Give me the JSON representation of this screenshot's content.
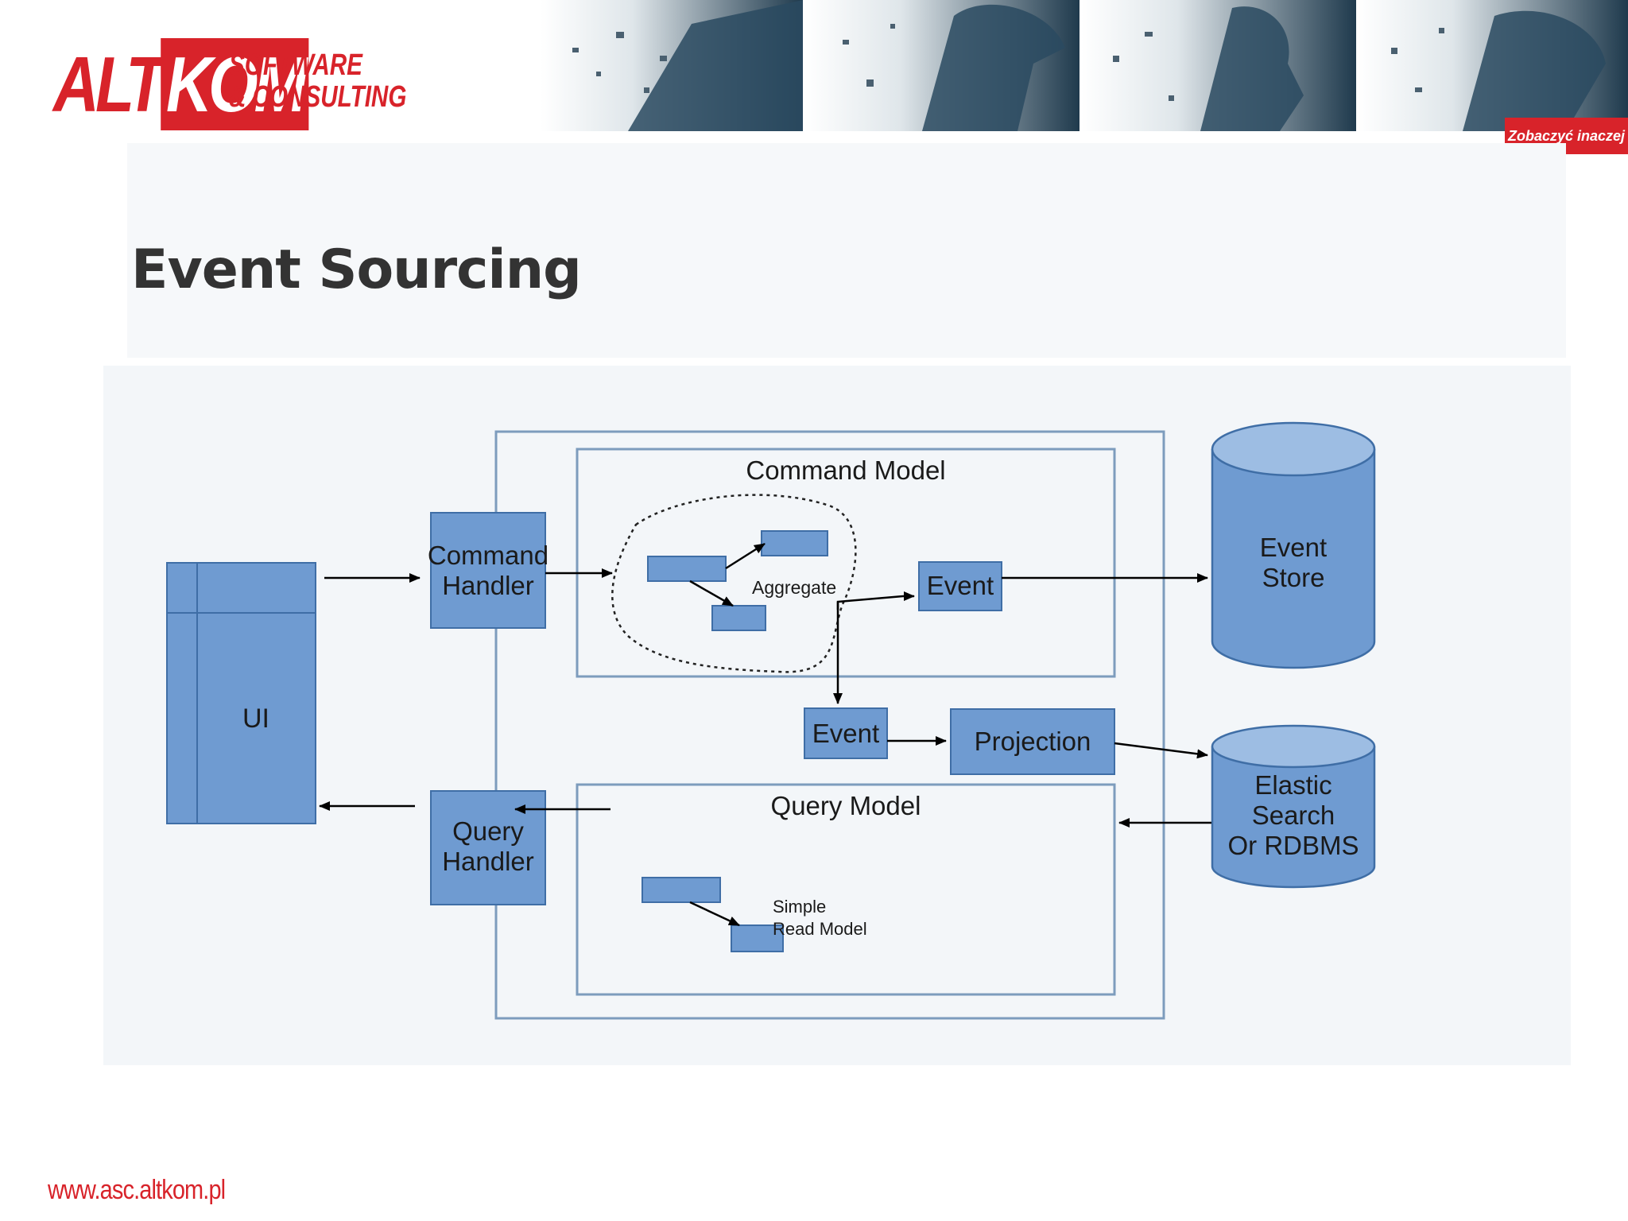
{
  "logo": {
    "brand_left": "ALT",
    "brand_box": "KOM",
    "brand_line1": "SOFTWARE",
    "brand_line2": "& CONSULTING",
    "color": "#d8232a"
  },
  "banner": {
    "slogan": "Zobaczyć inaczej"
  },
  "slide": {
    "title": "Event Sourcing"
  },
  "diagram": {
    "ui": "UI",
    "command_handler": [
      "Command",
      "Handler"
    ],
    "query_handler": [
      "Query",
      "Handler"
    ],
    "command_model": "Command Model",
    "query_model": "Query Model",
    "aggregate": "Aggregate",
    "simple_read_model": [
      "Simple",
      "Read Model"
    ],
    "event_top": "Event",
    "event_mid": "Event",
    "projection": "Projection",
    "event_store": [
      "Event",
      "Store"
    ],
    "read_store": [
      "Elastic",
      "Search",
      "Or RDBMS"
    ],
    "box_color": "#6f9bd1",
    "box_border": "#3f6ea6"
  },
  "footer": {
    "url": "www.asc.altkom.pl"
  }
}
